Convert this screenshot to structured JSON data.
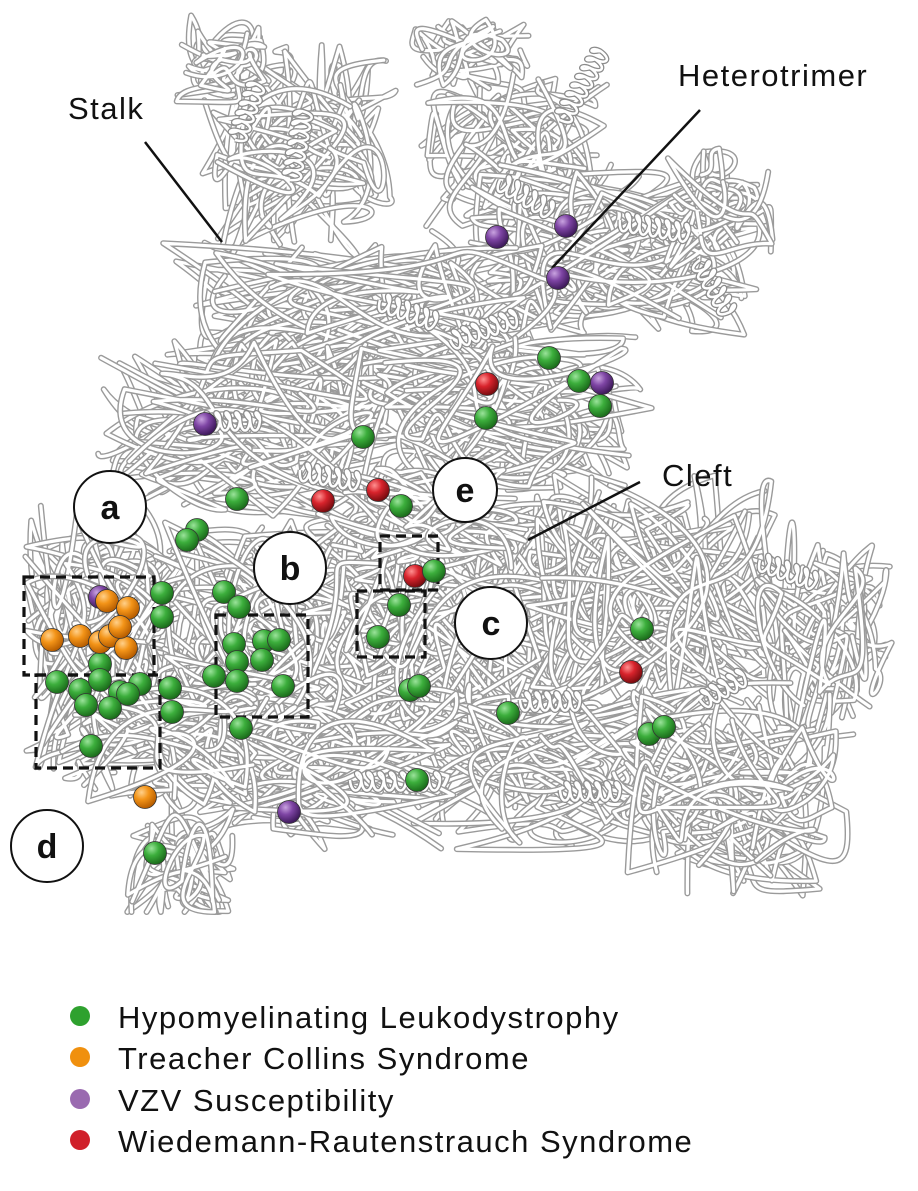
{
  "labels": {
    "stalk": "Stalk",
    "heterotrimer": "Heterotrimer",
    "cleft": "Cleft"
  },
  "regions": {
    "a": "a",
    "b": "b",
    "c": "c",
    "d": "d",
    "e": "e"
  },
  "legend": {
    "items": [
      {
        "label": "Hypomyelinating Leukodystrophy",
        "color": "#2ea12e"
      },
      {
        "label": "Treacher Collins Syndrome",
        "color": "#f0900e"
      },
      {
        "label": "VZV Susceptibility",
        "color": "#9a6ab0"
      },
      {
        "label": "Wiedemann-Rautenstrauch Syndrome",
        "color": "#d0202a"
      }
    ]
  },
  "colors": {
    "hypomyelinating": "#2ea12e",
    "treacher": "#f0900e",
    "vzv": "#7a3f9e",
    "wiedemann": "#d0202a",
    "ribbon_outline": "#9a9a9a",
    "ribbon_fill": "#ffffff"
  }
}
